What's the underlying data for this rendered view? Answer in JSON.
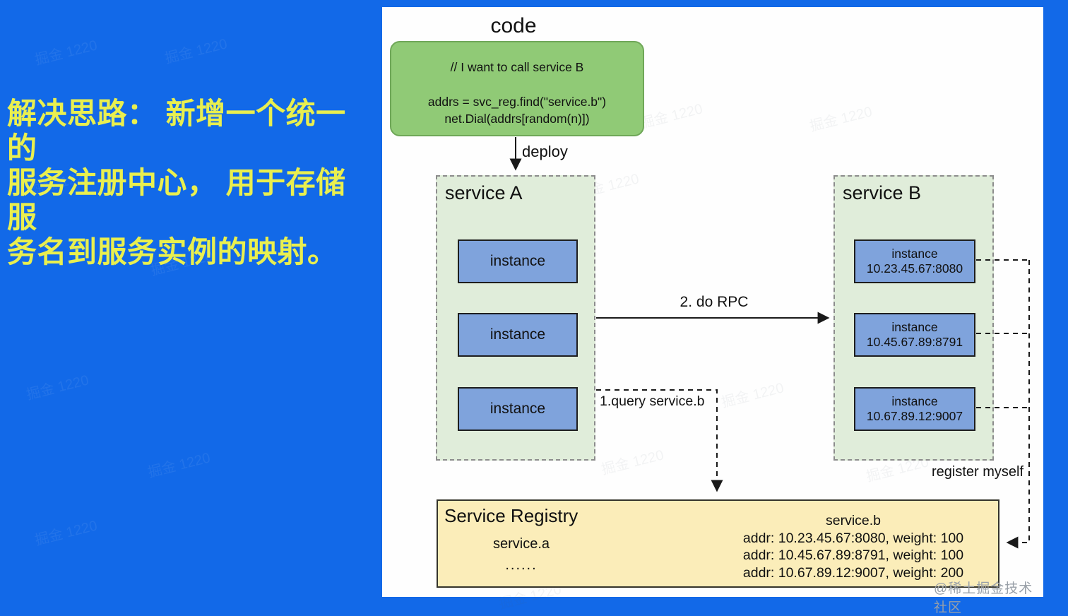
{
  "note": {
    "lines": [
      "解决思路： 新增一个统一的",
      "服务注册中心， 用于存储服",
      "务名到服务实例的映射。"
    ]
  },
  "diagram": {
    "code_title": "code",
    "code_box": {
      "comment": "// I want to call service B",
      "find": "addrs = svc_reg.find(\"service.b\")",
      "dial": "net.Dial(addrs[random(n)])"
    },
    "labels": {
      "deploy": "deploy",
      "rpc": "2. do RPC",
      "query": "1.query service.b",
      "register": "register myself"
    },
    "service_a": {
      "title": "service A",
      "instances": [
        "instance",
        "instance",
        "instance"
      ]
    },
    "service_b": {
      "title": "service B",
      "instances": [
        {
          "name": "instance",
          "addr": "10.23.45.67:8080"
        },
        {
          "name": "instance",
          "addr": "10.45.67.89:8791"
        },
        {
          "name": "instance",
          "addr": "10.67.89.12:9007"
        }
      ]
    },
    "registry": {
      "title": "Service Registry",
      "left_entry": {
        "name": "service.a",
        "dots": "......"
      },
      "right_entry": {
        "name": "service.b",
        "rows": [
          "addr: 10.23.45.67:8080, weight: 100",
          "addr: 10.45.67.89:8791, weight: 100",
          "addr: 10.67.89.12:9007, weight: 200"
        ]
      }
    }
  },
  "watermark": {
    "tile": "掘金 1220",
    "credit": "@稀土掘金技术社区"
  },
  "colors": {
    "background": "#1269E8",
    "note_text": "#E9EF4F",
    "code_fill": "#90CA76",
    "container_fill": "#E0EDDA",
    "instance_fill": "#7FA3DC",
    "registry_fill": "#FBEDB9"
  }
}
